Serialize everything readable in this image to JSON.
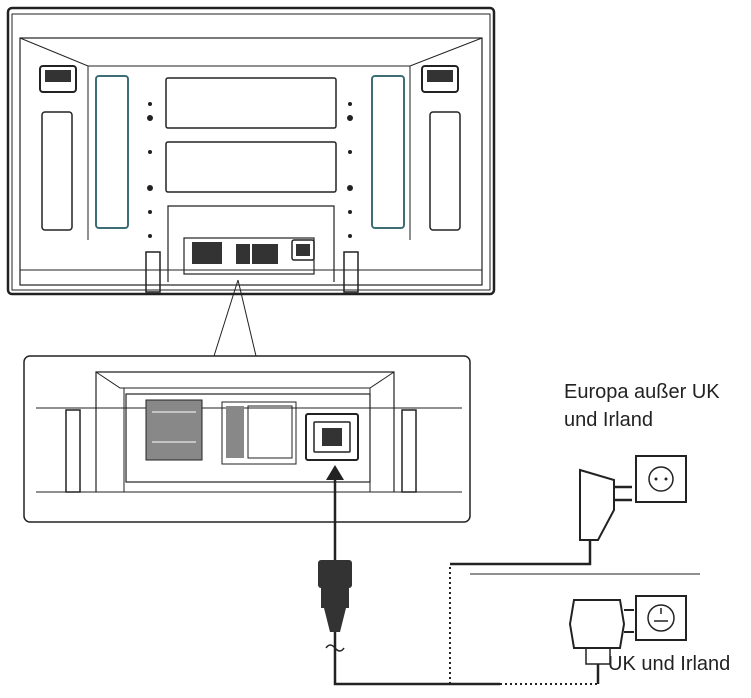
{
  "labels": {
    "europe_line1": "Europa außer UK",
    "europe_line2": "und Irland",
    "uk": "UK und Irland"
  },
  "colors": {
    "stroke": "#222222",
    "accent_frame": "#3d6e75",
    "panel_dark": "#333333",
    "panel_mid": "#888888"
  },
  "icons": [
    "display-back-panel",
    "power-inlet-icon",
    "power-cord-connector",
    "europe-schuko-plug-icon",
    "europe-wall-socket-icon",
    "uk-plug-icon",
    "uk-wall-socket-icon"
  ]
}
